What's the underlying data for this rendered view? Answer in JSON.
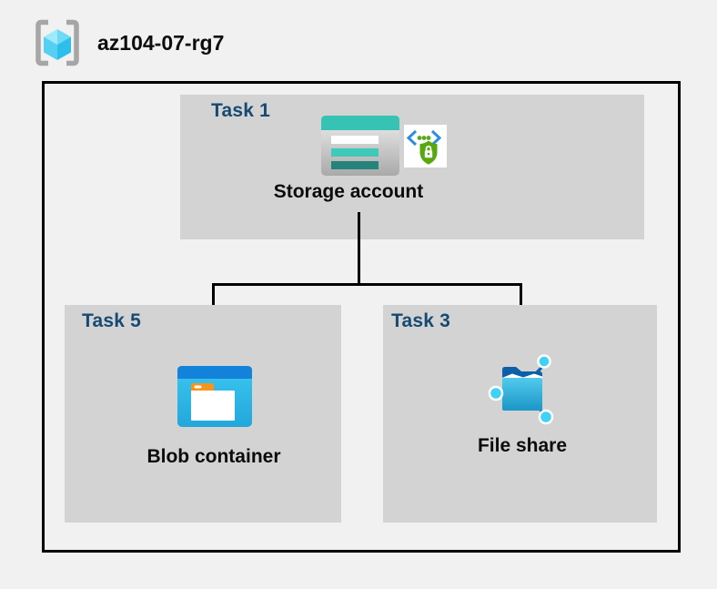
{
  "header": {
    "title": "az104-07-rg7",
    "icon": "resource-group-icon"
  },
  "groups": [
    {
      "id": "task1",
      "label": "Task 1",
      "item": "Storage account",
      "icons": [
        "storage-account-icon",
        "secure-access-badge-icon"
      ]
    },
    {
      "id": "task5",
      "label": "Task 5",
      "item": "Blob container",
      "icons": [
        "blob-container-icon"
      ]
    },
    {
      "id": "task3",
      "label": "Task 3",
      "item": "File share",
      "icons": [
        "file-share-icon"
      ]
    }
  ],
  "connections": [
    {
      "from": "Storage account",
      "to": "Blob container"
    },
    {
      "from": "Storage account",
      "to": "File share"
    }
  ],
  "colors": {
    "page_bg": "#f1f1f1",
    "box_bg": "#d3d3d3",
    "frame_border": "#000000",
    "task_label": "#174a73",
    "item_label": "#0b0b0b",
    "connector": "#000000",
    "storage_teal": "#37c3b3",
    "storage_teal_dark": "#268379",
    "blob_band_blue": "#1282da",
    "blob_body_cyan": "#30bfec",
    "folder_tab_orange": "#f7941e",
    "fileshare_dark_blue": "#0d5fa8",
    "fileshare_dot_cyan": "#3fd2f7",
    "badge_chevron_blue": "#2e8de0",
    "badge_shield_green": "#56a80e",
    "rg_bracket_gray": "#a6a6a6",
    "rg_cube_cyan": "#55cff2"
  }
}
